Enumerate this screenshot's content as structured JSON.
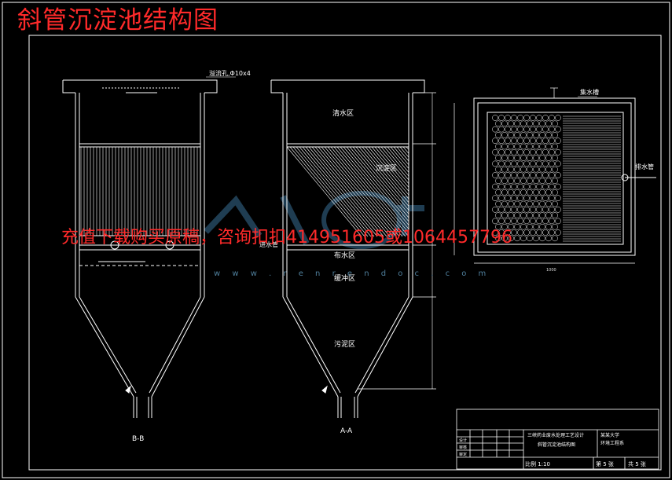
{
  "title": "斜管沉淀池结构图",
  "watermark": "充值下载购买原稿，咨询扣扣414951605或1064457796",
  "watermark_site": "w w w . r e n r e n d o c . c o m",
  "labels": {
    "overflow_hole": "溢流孔,Φ10x4",
    "clear_zone": "清水区",
    "settling_zone": "沉淀区",
    "distribution_zone": "布水区",
    "buffer_zone": "缓冲区",
    "sludge_zone": "污泥区",
    "inlet_pipe": "进水管",
    "collection_trough": "集水槽",
    "outlet_pipe": "排水管",
    "dim_mark": "1000",
    "section_bb": "B-B",
    "section_aa": "A-A"
  },
  "title_block": {
    "project": "三峡药业废水处理工艺设计",
    "drawing_name": "斜管沉淀池结构图",
    "school": "某某大学",
    "dept": "环境工程系",
    "row_labels": [
      "设计",
      "审核",
      "审定"
    ],
    "scale": "比例 1:10",
    "sheet": "第 5 张",
    "total": "共 5 张"
  },
  "colors": {
    "line": "#ffffff",
    "dim": "#dcdcdc",
    "accent": "#ff2a2a",
    "watermark_logo": "#3a6f96"
  }
}
